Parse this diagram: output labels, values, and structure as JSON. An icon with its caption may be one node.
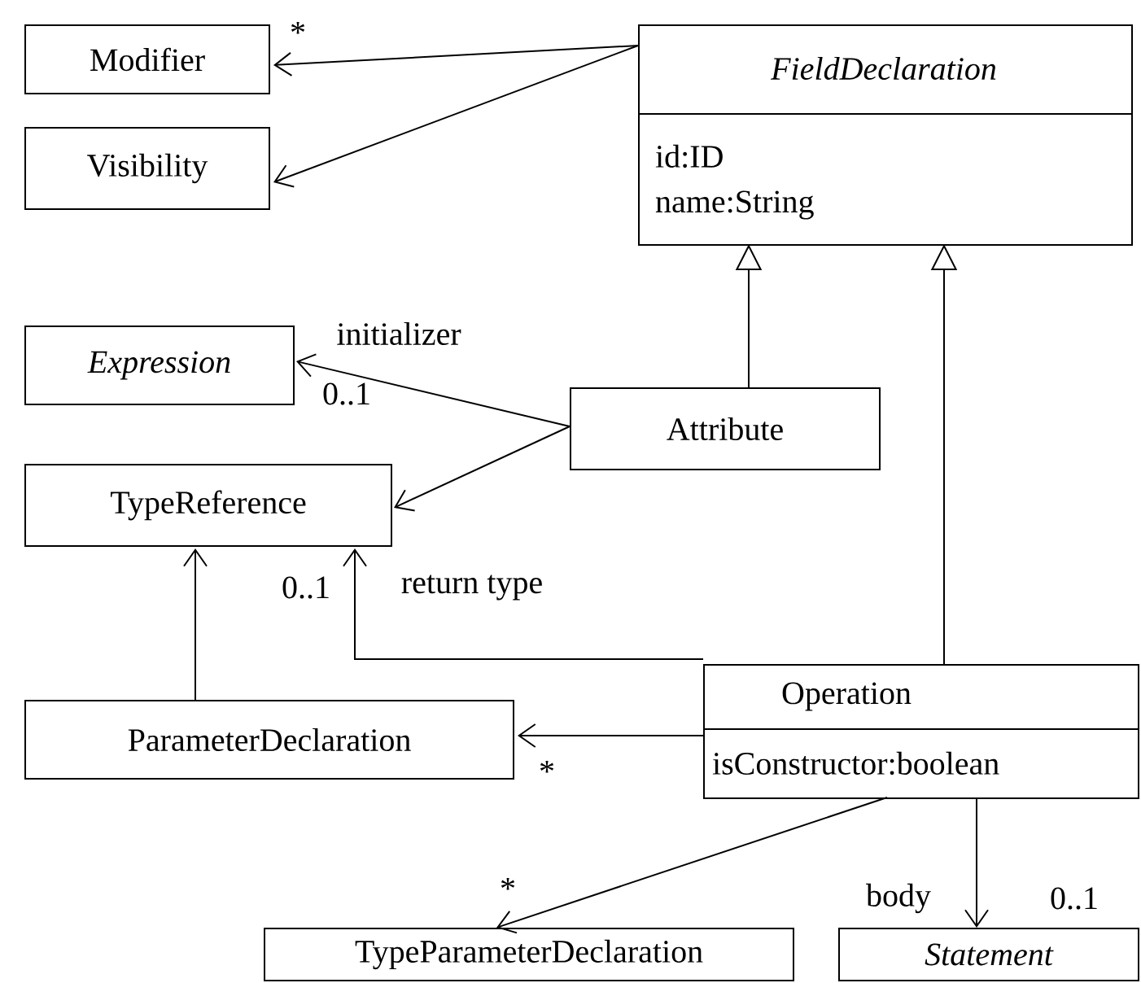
{
  "diagram": {
    "nodes": [
      {
        "text": [
          "Modifier"
        ]
      },
      {
        "text": [
          "Visibility"
        ]
      },
      {
        "text": [
          "FieldDeclaration",
          "id:ID",
          "name:String"
        ]
      },
      {
        "text": [
          "Expression"
        ]
      },
      {
        "text": [
          "Attribute"
        ]
      },
      {
        "text": [
          "TypeReference"
        ]
      },
      {
        "text": [
          "ParameterDeclaration"
        ]
      },
      {
        "text": [
          "Operation",
          "isConstructor:boolean"
        ]
      },
      {
        "text": [
          "TypeParameterDeclaration"
        ]
      },
      {
        "text": [
          "Statement"
        ]
      }
    ],
    "edges": [
      {
        "from": 2,
        "to": 0,
        "arrow": "to",
        "label": "*"
      },
      {
        "from": 2,
        "to": 1,
        "arrow": "to"
      },
      {
        "from": 4,
        "to": 2,
        "arrow": "to"
      },
      {
        "from": 7,
        "to": 2,
        "arrow": "to"
      },
      {
        "from": 4,
        "to": 3,
        "arrow": "to",
        "label": "initializer"
      },
      {
        "from": 4,
        "to": 5,
        "arrow": "to"
      },
      {
        "from": 6,
        "to": 5,
        "arrow": "to"
      },
      {
        "from": 7,
        "to": 5,
        "arrow": "to",
        "label": "return type"
      },
      {
        "from": 7,
        "to": 6,
        "arrow": "to",
        "label": "*"
      },
      {
        "from": 7,
        "to": 8,
        "arrow": "to",
        "label": "*"
      },
      {
        "from": 7,
        "to": 9,
        "arrow": "to",
        "label": "body"
      }
    ],
    "labels": [
      "0..1",
      "0..1",
      "0..1"
    ]
  }
}
